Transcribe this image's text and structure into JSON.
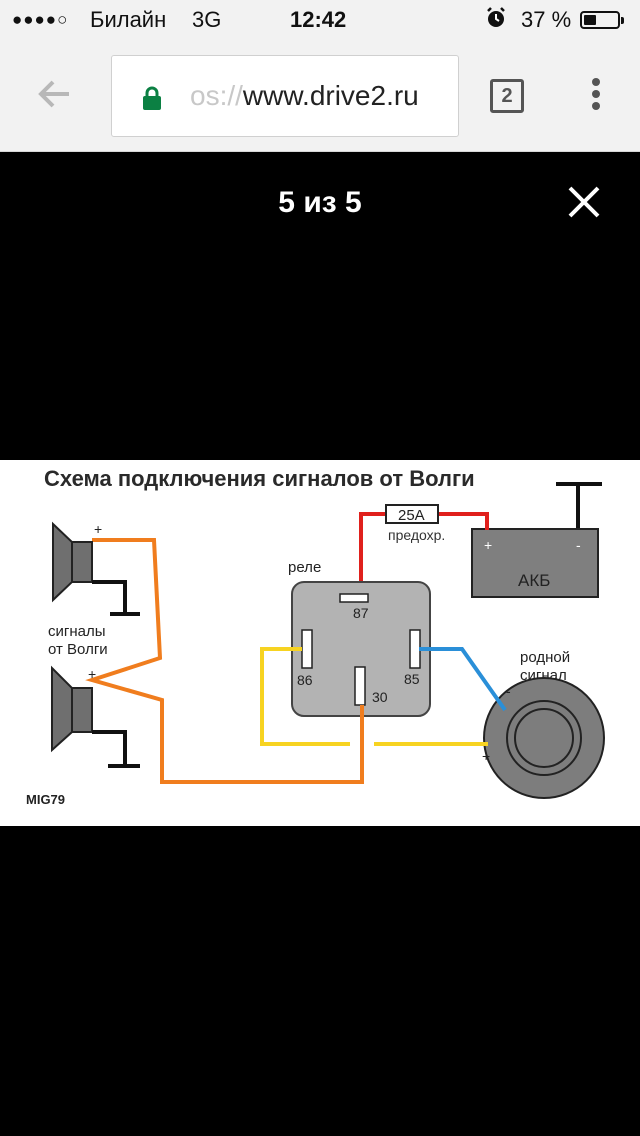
{
  "status_bar": {
    "signal": "●●●●○",
    "carrier": "Билайн",
    "network": "3G",
    "time": "12:42",
    "alarm_icon": "alarm-clock-icon",
    "battery_text": "37 %",
    "battery_level": 0.37
  },
  "browser": {
    "url_faded": "os://",
    "url_main": "www.drive2.ru",
    "tab_count": "2",
    "icons": [
      "back-arrow-icon",
      "lock-icon",
      "tabs-icon",
      "menu-dots-icon"
    ],
    "lock_color": "#0b8043"
  },
  "viewer": {
    "counter": "5 из 5",
    "close_icon": "close-icon"
  },
  "diagram": {
    "title": "Схема подключения сигналов от Волги",
    "speaker_plus_top": "+",
    "speakers_label_1": "сигналы",
    "speakers_label_2": "от Волги",
    "speaker_plus_bottom": "+",
    "relay_label": "реле",
    "pin_87": "87",
    "pin_86": "86",
    "pin_85": "85",
    "pin_30": "30",
    "fuse_label": "25А",
    "fuse_caption": "предохр.",
    "battery_plus": "+",
    "battery_minus": "-",
    "battery_label": "АКБ",
    "horn_label_1": "родной",
    "horn_label_2": "сигнал",
    "horn_minus": "-",
    "horn_plus": "+",
    "watermark": "MIG79",
    "wire_colors": {
      "orange": "#f07d1e",
      "red": "#e0201c",
      "yellow": "#f7d321",
      "blue": "#2a8fd8"
    }
  }
}
